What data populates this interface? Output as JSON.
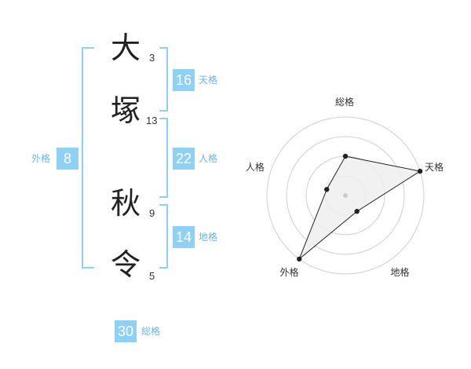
{
  "name": {
    "characters": [
      {
        "char": "大",
        "strokes": "3"
      },
      {
        "char": "塚",
        "strokes": "13"
      },
      {
        "char": "秋",
        "strokes": "9"
      },
      {
        "char": "令",
        "strokes": "5"
      }
    ]
  },
  "kaku": {
    "tenkaku": {
      "value": "16",
      "label": "天格"
    },
    "jinkaku": {
      "value": "22",
      "label": "人格"
    },
    "chikaku": {
      "value": "14",
      "label": "地格"
    },
    "gaikaku": {
      "value": "8",
      "label": "外格"
    },
    "soukaku": {
      "value": "30",
      "label": "総格"
    }
  },
  "radar": {
    "axes": [
      "総格",
      "天格",
      "地格",
      "外格",
      "人格"
    ],
    "levels": 4,
    "max": 4,
    "values": {
      "総格": 2,
      "天格": 4,
      "地格": 1,
      "外格": 4,
      "人格": 1
    },
    "colors": {
      "ring": "#d0d0d0",
      "fill": "#eeeeee",
      "line": "#222222",
      "point": "#222222",
      "center": "#cccccc"
    }
  },
  "colors": {
    "accent": "#8fd0f5",
    "accent_text": "#69b6e8"
  }
}
